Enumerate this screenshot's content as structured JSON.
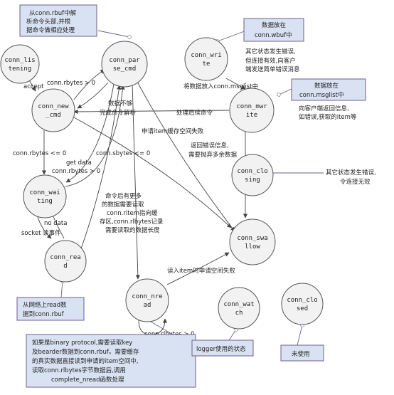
{
  "states": {
    "listening": [
      "conn_lis",
      "tening"
    ],
    "parse": [
      "conn_par",
      "se_cmd"
    ],
    "new_cmd": [
      "conn_new",
      "_cmd"
    ],
    "write": [
      "conn_wri",
      "te"
    ],
    "mwrite": [
      "conn_mwr",
      "ite"
    ],
    "closing": [
      "conn_clo",
      "sing"
    ],
    "waiting": [
      "conn_wai",
      "ting"
    ],
    "swallow": [
      "conn_swa",
      "llow"
    ],
    "read": [
      "conn_rea",
      "d"
    ],
    "nread": [
      "conn_nre",
      "ad"
    ],
    "watch": [
      "conn_wat",
      "ch"
    ],
    "closed": [
      "conn_clo",
      "sed"
    ]
  },
  "edge_labels": {
    "accept": "accept",
    "rbytes_gt0_a": "conn.rbytes > 0",
    "need_more": [
      "数据不够",
      "完成命令解析"
    ],
    "continue_cmd": "处理后续命令",
    "alloc_fail": "申请item缓存空间失败",
    "to_msglist": "将数据放入conn.msglist中",
    "rbytes_le0": "conn.rbytes <= 0",
    "get_data": [
      "get data",
      "conn.rbytes > 0"
    ],
    "sbytes_le0": "conn.sbytes <= 0",
    "return_err": [
      "返回错误信息,",
      "需要抛弃多余数据"
    ],
    "cmd_more": [
      "命令后有更多",
      "的数据需要读取",
      "conn.ritem指向缓",
      "存区,conn.rlbytes记录",
      "需要读取的数据长度"
    ],
    "no_data": "no data",
    "socket_read": "socket 读事件",
    "read_fail": "读入item时申请空间失败",
    "rlbytes_gt0": "conn.rlbytes > 0"
  },
  "notes": {
    "parse_note": [
      "从conn.rbuf中解",
      "析命令头部,并根",
      "据命令做相应处理"
    ],
    "write_note": [
      "数据放在",
      "conn.wbuf中"
    ],
    "write_err": [
      "其它状态发生错误,",
      "但连接有效,向客户",
      "端发送简单错误消息"
    ],
    "mwrite_note": [
      "数据放在",
      "conn.msglist中"
    ],
    "mwrite_side": [
      "向客户端返回信息,",
      "如错误,获取的item等"
    ],
    "closing_note": [
      "其它状态发生错误,",
      "令连接无效"
    ],
    "read_note": [
      "从网络上read数",
      "据到conn.rbuf"
    ],
    "nread_note": [
      "如果是binary protocol,需要读取key",
      "及bearder数据到conn.rbuf。需要缓存",
      "的真实数据直接读到申请的item空间中,",
      "读取conn.rlbytes字节数据后,调用",
      "complete_nread函数处理"
    ],
    "watch_note": "logger使用的状态",
    "closed_note": "未使用"
  },
  "colors": {
    "state_fill": "#f2f2f2",
    "state_stroke": "#555555",
    "note_fill": "#d9e2f2",
    "note_stroke": "#6f5f8f"
  }
}
